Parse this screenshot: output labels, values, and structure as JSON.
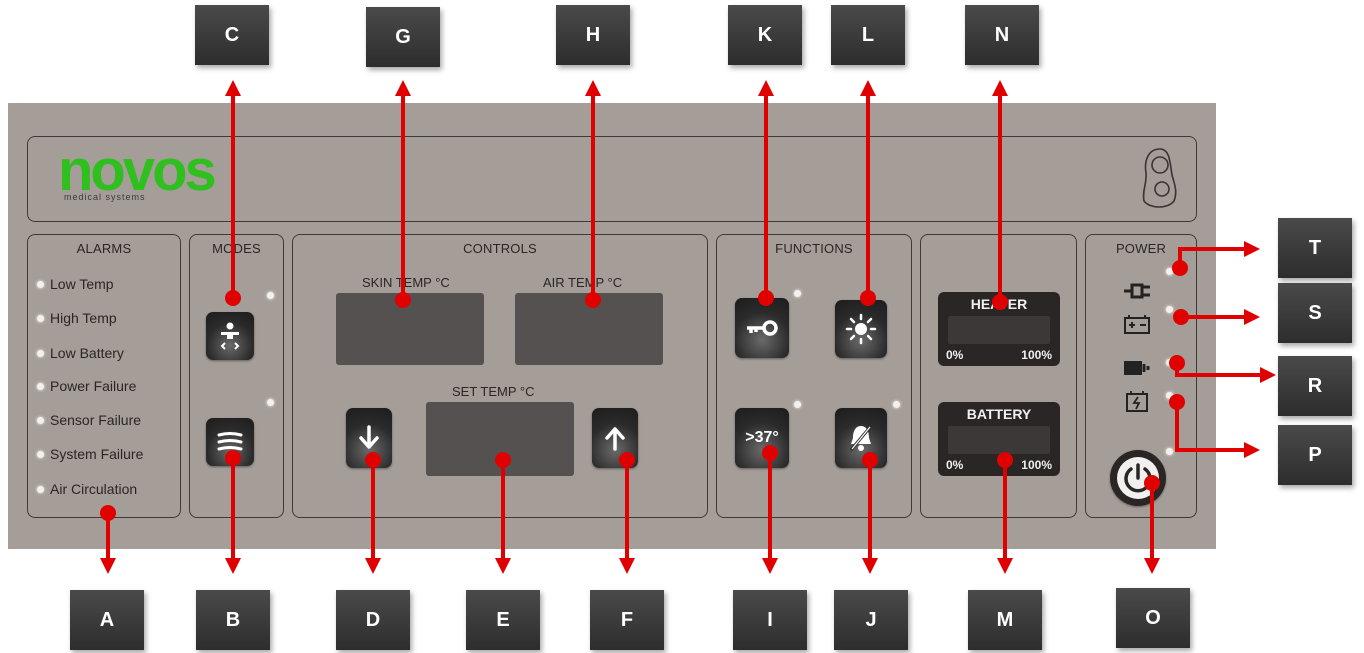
{
  "logo": {
    "text": "novos",
    "subtitle": "medical systems"
  },
  "alarms": {
    "title": "ALARMS",
    "items": [
      "Low Temp",
      "High Temp",
      "Low Battery",
      "Power Failure",
      "Sensor Failure",
      "System Failure",
      "Air Circulation"
    ]
  },
  "modes": {
    "title": "MODES"
  },
  "controls": {
    "title": "CONTROLS",
    "skin_temp": "SKIN TEMP °C",
    "air_temp": "AIR TEMP  °C",
    "set_temp": "SET TEMP  °C"
  },
  "functions": {
    "title": "FUNCTIONS",
    "temp_override_label": ">37°"
  },
  "gauges": {
    "heater": {
      "title": "HEATER",
      "min": "0%",
      "max": "100%"
    },
    "battery": {
      "title": "BATTERY",
      "min": "0%",
      "max": "100%"
    }
  },
  "power": {
    "title": "POWER"
  },
  "callouts": {
    "A": "A",
    "B": "B",
    "C": "C",
    "D": "D",
    "E": "E",
    "F": "F",
    "G": "G",
    "H": "H",
    "I": "I",
    "J": "J",
    "K": "K",
    "L": "L",
    "M": "M",
    "N": "N",
    "O": "O",
    "P": "P",
    "R": "R",
    "S": "S",
    "T": "T"
  },
  "colors": {
    "panel": "#a59d98",
    "arrow": "#e00000",
    "logo_green": "#2fbf1e",
    "callout_bg": "#333333"
  }
}
